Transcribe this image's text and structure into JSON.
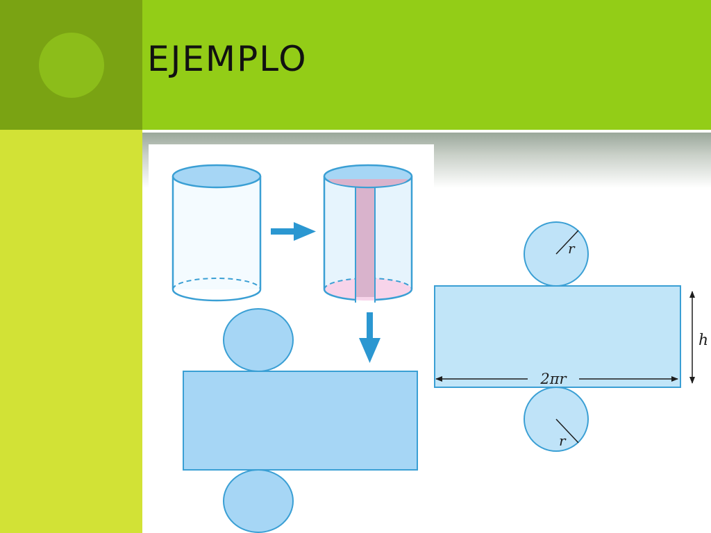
{
  "slide": {
    "title": "EJEMPLO"
  },
  "diagram": {
    "labels": {
      "radius_top": "r",
      "radius_bottom": "r",
      "circumference": "2πr",
      "height": "h"
    },
    "colors": {
      "header_green": "#93cd17",
      "dark_green": "#7aa313",
      "side_lime": "#d2e236",
      "shape_fill": "#a6d6f5",
      "shape_fill_light": "#c1e5f8",
      "shape_stroke": "#3a9fd4",
      "cut_strip": "#d9b3cc",
      "arrow_blue": "#2b97d1"
    }
  }
}
